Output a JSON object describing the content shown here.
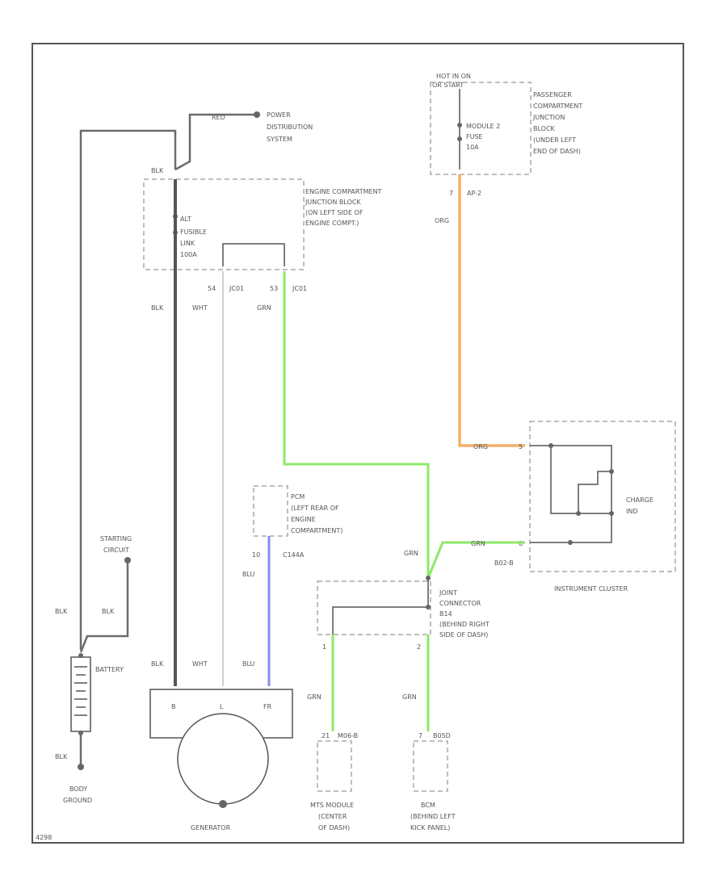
{
  "labels": {
    "power_distribution": [
      "POWER",
      "DISTRIBUTION",
      "SYSTEM"
    ],
    "engine_jb": [
      "ENGINE COMPARTMENT",
      "JUNCTION BLOCK",
      "(ON LEFT SIDE OF",
      "ENGINE COMPT.)"
    ],
    "alt_fuse": [
      "ALT",
      "FUSIBLE",
      "LINK",
      "100A"
    ],
    "hot_in_on": [
      "HOT IN ON",
      "OR START"
    ],
    "pass_jb": [
      "PASSENGER",
      "COMPARTMENT",
      "JUNCTION",
      "BLOCK",
      "(UNDER LEFT",
      "END OF DASH)"
    ],
    "module_fuse": [
      "MODULE 2",
      "FUSE",
      "10A"
    ],
    "pcm": [
      "PCM",
      "(LEFT REAR OF",
      "ENGINE",
      "COMPARTMENT)"
    ],
    "starting": [
      "STARTING",
      "CIRCUIT"
    ],
    "battery": "BATTERY",
    "body_ground": [
      "BODY",
      "GROUND"
    ],
    "generator": "GENERATOR",
    "charge_ind": [
      "CHARGE",
      "IND"
    ],
    "instrument_cluster": "INSTRUMENT CLUSTER",
    "joint_connector": [
      "JOINT",
      "CONNECTOR",
      "B14",
      "(BEHIND RIGHT",
      "SIDE OF DASH)"
    ],
    "mts": [
      "MTS MODULE",
      "(CENTER",
      "OF DASH)"
    ],
    "bcm": [
      "BCM",
      "(BEHIND LEFT",
      "KICK PANEL)"
    ],
    "gen_terms": [
      "B",
      "L",
      "FR"
    ],
    "footer": "4298"
  },
  "wires": {
    "red": "RED",
    "blk": "BLK",
    "wht": "WHT",
    "grn": "GRN",
    "org": "ORG",
    "blu": "BLU"
  },
  "connectors": {
    "c1": "54",
    "c1_name": "JC01",
    "c2": "53",
    "c2_name": "JC01",
    "c3": "7",
    "c3_name": "AP-2",
    "c4": "10",
    "c4_name": "C144A",
    "c5": "1",
    "c6": "2",
    "c7": "5",
    "c8": "6",
    "c8_name": "B02-B",
    "mts_conn": "21",
    "mts_name": "M06-B",
    "bcm_conn": "7",
    "bcm_name": "B05D"
  },
  "colors": {
    "green": "#8ee86a",
    "orange": "#f4b06a",
    "blue": "#8a8aee"
  }
}
